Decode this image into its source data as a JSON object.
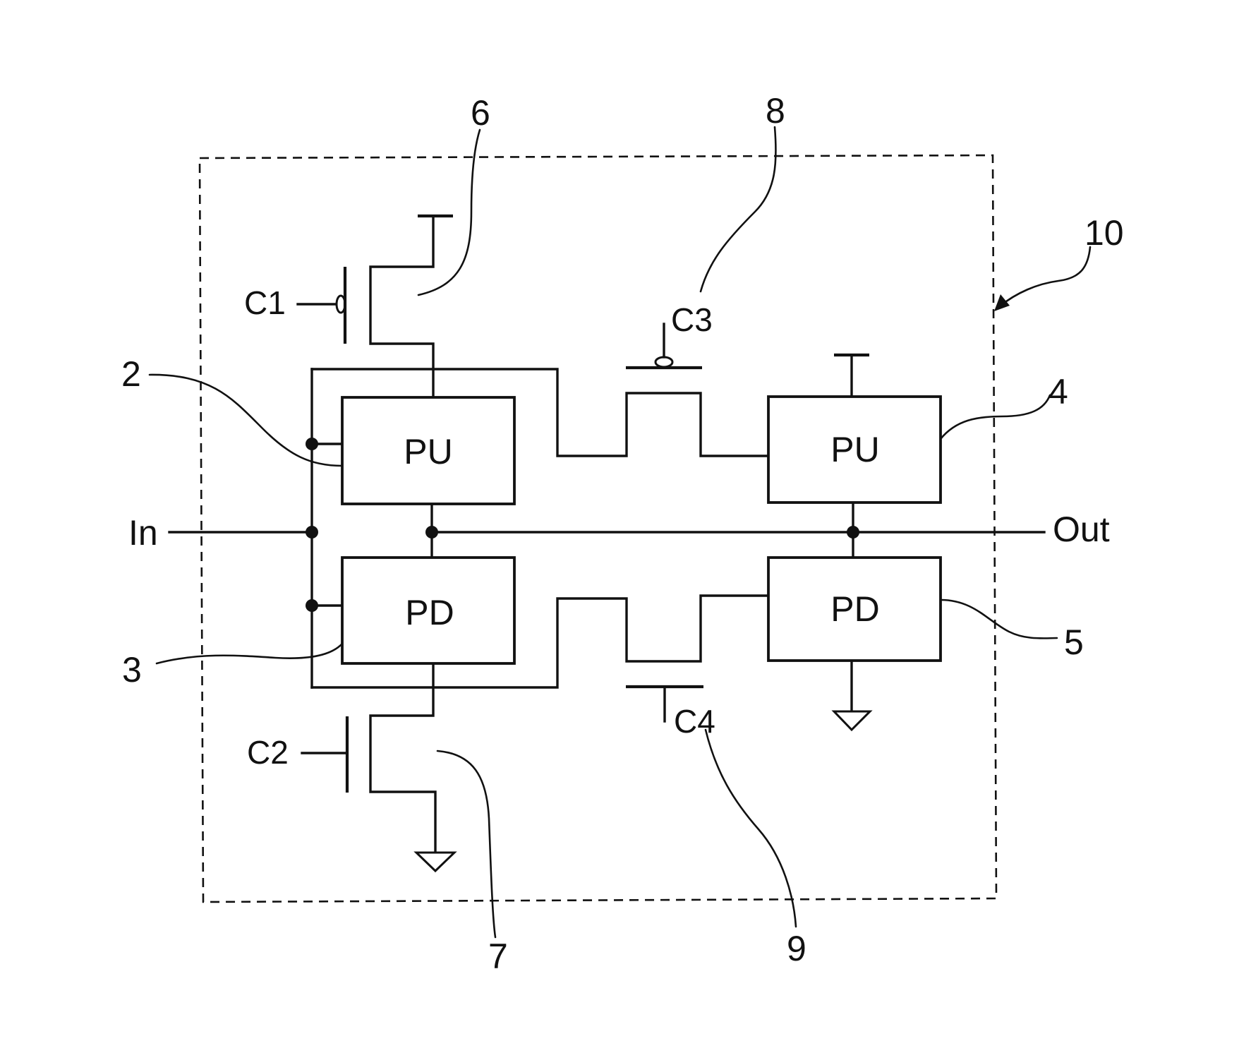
{
  "colors": {
    "ink": "#111111",
    "background": "#ffffff"
  },
  "blocks": {
    "pu_left": "PU",
    "pd_left": "PD",
    "pu_right": "PU",
    "pd_right": "PD"
  },
  "terminals": {
    "input": "In",
    "output": "Out"
  },
  "controls": {
    "c1": "C1",
    "c2": "C2",
    "c3": "C3",
    "c4": "C4"
  },
  "references": {
    "ref_2": "2",
    "ref_3": "3",
    "ref_4": "4",
    "ref_5": "5",
    "ref_6": "6",
    "ref_7": "7",
    "ref_8": "8",
    "ref_9": "9",
    "ref_10": "10"
  }
}
